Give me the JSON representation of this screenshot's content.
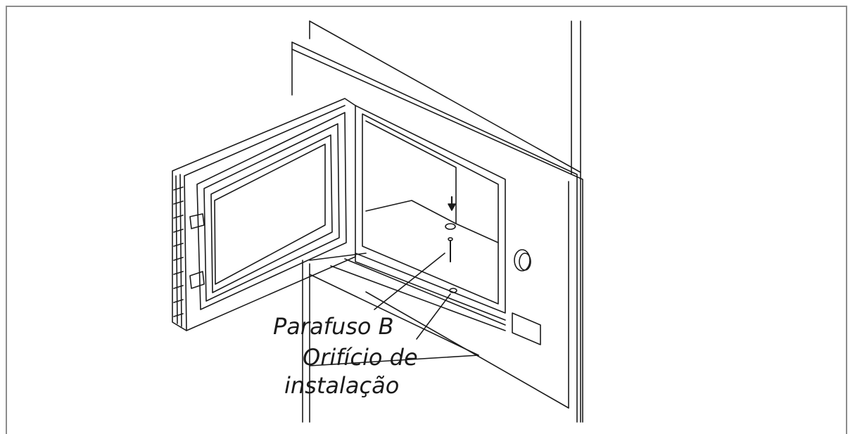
{
  "labels": {
    "screw": "Parafuso B",
    "hole_line1": "Orifício de",
    "hole_line2": "instalação"
  },
  "colors": {
    "line": "#1a1a1a",
    "frame": "#8c8c8c",
    "background": "#ffffff"
  }
}
